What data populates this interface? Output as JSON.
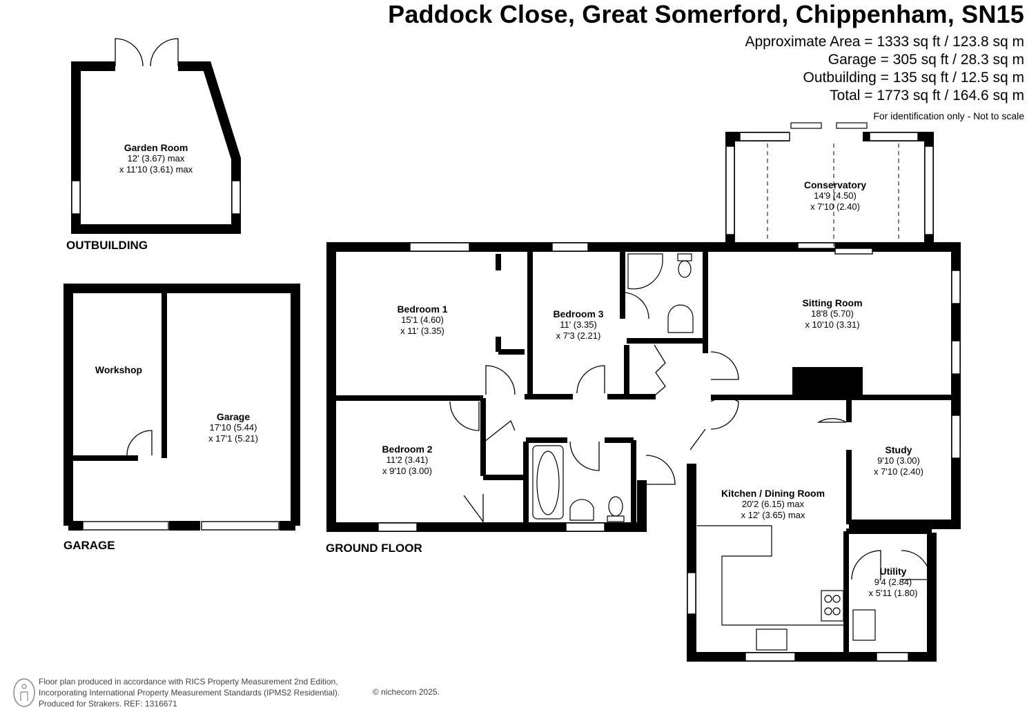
{
  "header": {
    "title": "Paddock Close, Great Somerford, Chippenham, SN15",
    "areas": [
      "Approximate Area = 1333 sq ft / 123.8 sq m",
      "Garage = 305 sq ft / 28.3 sq m",
      "Outbuilding = 135 sq ft / 12.5 sq m",
      "Total = 1773 sq ft / 164.6 sq m"
    ],
    "note": "For identification only - Not to scale"
  },
  "sections": {
    "outbuilding": "OUTBUILDING",
    "garage": "GARAGE",
    "ground_floor": "GROUND FLOOR"
  },
  "rooms": {
    "garden_room": {
      "name": "Garden Room",
      "dims": [
        "12' (3.67) max",
        "x 11'10 (3.61) max"
      ]
    },
    "workshop": {
      "name": "Workshop",
      "dims": []
    },
    "garage": {
      "name": "Garage",
      "dims": [
        "17'10 (5.44)",
        "x 17'1 (5.21)"
      ]
    },
    "bedroom1": {
      "name": "Bedroom 1",
      "dims": [
        "15'1 (4.60)",
        "x 11' (3.35)"
      ]
    },
    "bedroom3": {
      "name": "Bedroom 3",
      "dims": [
        "11' (3.35)",
        "x 7'3 (2.21)"
      ]
    },
    "conservatory": {
      "name": "Conservatory",
      "dims": [
        "14'9 (4.50)",
        "x 7'10 (2.40)"
      ]
    },
    "sitting_room": {
      "name": "Sitting Room",
      "dims": [
        "18'8 (5.70)",
        "x 10'10 (3.31)"
      ]
    },
    "bedroom2": {
      "name": "Bedroom 2",
      "dims": [
        "11'2 (3.41)",
        "x 9'10 (3.00)"
      ]
    },
    "study": {
      "name": "Study",
      "dims": [
        "9'10 (3.00)",
        "x 7'10 (2.40)"
      ]
    },
    "kitchen": {
      "name": "Kitchen / Dining Room",
      "dims": [
        "20'2 (6.15) max",
        "x 12' (3.65) max"
      ]
    },
    "utility": {
      "name": "Utility",
      "dims": [
        "9'4 (2.84)",
        "x 5'11 (1.80)"
      ]
    }
  },
  "footer": {
    "lines": [
      "Floor plan produced in accordance with RICS Property Measurement 2nd Edition,",
      "Incorporating International Property Measurement Standards (IPMS2 Residential).",
      "Produced for Strakers.   REF: 1316671"
    ],
    "copyright": "© nichecom 2025."
  },
  "colors": {
    "wall": "#000000",
    "window": "#ffffff",
    "background": "#ffffff"
  }
}
